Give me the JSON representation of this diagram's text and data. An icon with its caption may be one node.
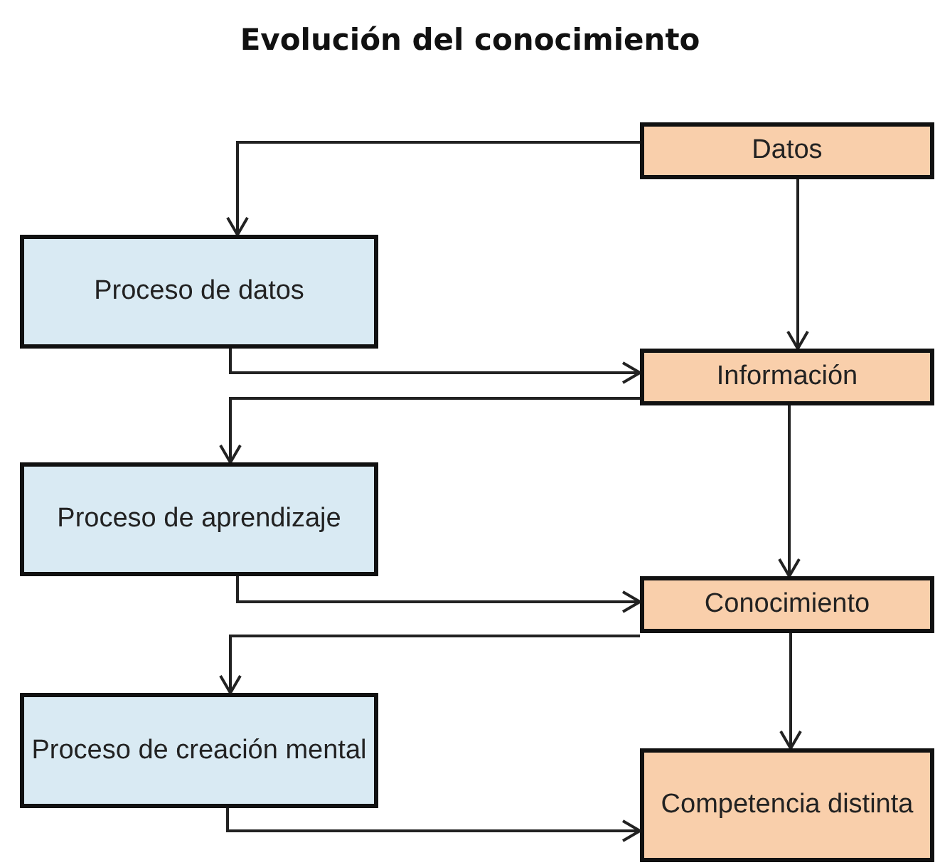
{
  "diagram": {
    "title": "Evolución del conocimiento",
    "nodes": [
      {
        "text": [
          "Datos"
        ]
      },
      {
        "text": [
          "Proceso de datos"
        ]
      },
      {
        "text": [
          "Información"
        ]
      },
      {
        "text": [
          "Proceso de aprendizaje"
        ]
      },
      {
        "text": [
          "Conocimiento"
        ]
      },
      {
        "text": [
          "Proceso de creación mental"
        ]
      },
      {
        "text": [
          "Competencia distinta"
        ]
      }
    ],
    "edges": [
      {
        "from": 0,
        "to": 1,
        "arrow": "to"
      },
      {
        "from": 0,
        "to": 2,
        "arrow": "to"
      },
      {
        "from": 1,
        "to": 2,
        "arrow": "to"
      },
      {
        "from": 2,
        "to": 3,
        "arrow": "to"
      },
      {
        "from": 2,
        "to": 4,
        "arrow": "to"
      },
      {
        "from": 3,
        "to": 4,
        "arrow": "to"
      },
      {
        "from": 4,
        "to": 5,
        "arrow": "to"
      },
      {
        "from": 4,
        "to": 6,
        "arrow": "to"
      },
      {
        "from": 5,
        "to": 6,
        "arrow": "to"
      }
    ]
  }
}
